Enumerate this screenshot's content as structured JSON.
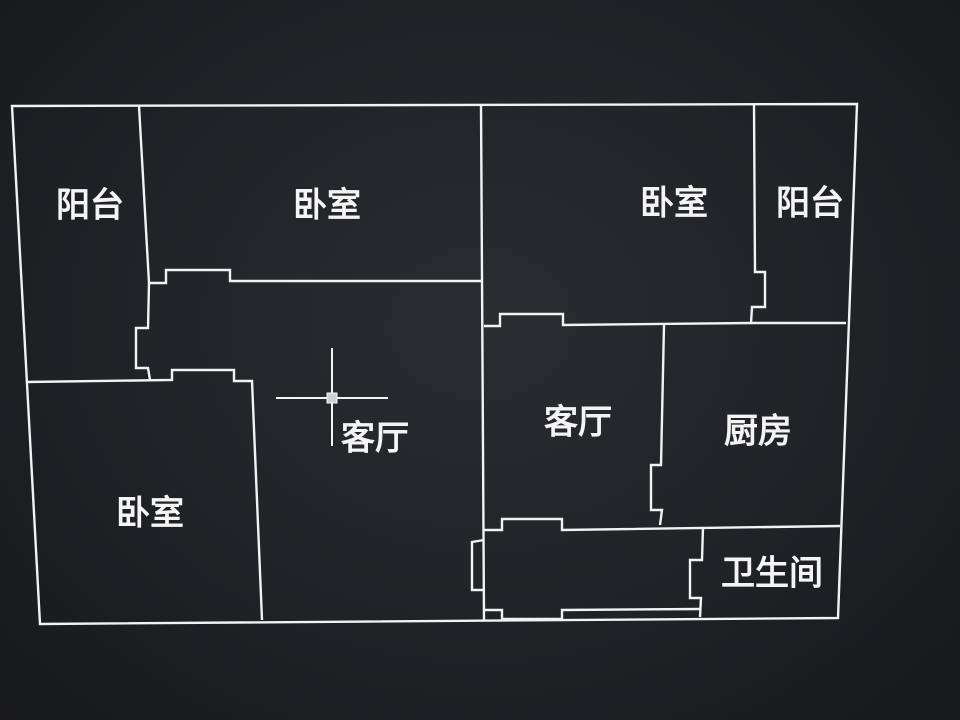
{
  "floorplan": {
    "rooms": [
      {
        "id": "balcony-left",
        "label": "阳台"
      },
      {
        "id": "bedroom-top-left",
        "label": "卧室"
      },
      {
        "id": "bedroom-top-right",
        "label": "卧室"
      },
      {
        "id": "balcony-right",
        "label": "阳台"
      },
      {
        "id": "living-room-left",
        "label": "客厅"
      },
      {
        "id": "living-room-right",
        "label": "客厅"
      },
      {
        "id": "kitchen",
        "label": "厨房"
      },
      {
        "id": "bedroom-bottom-left",
        "label": "卧室"
      },
      {
        "id": "bathroom",
        "label": "卫生间"
      }
    ]
  }
}
